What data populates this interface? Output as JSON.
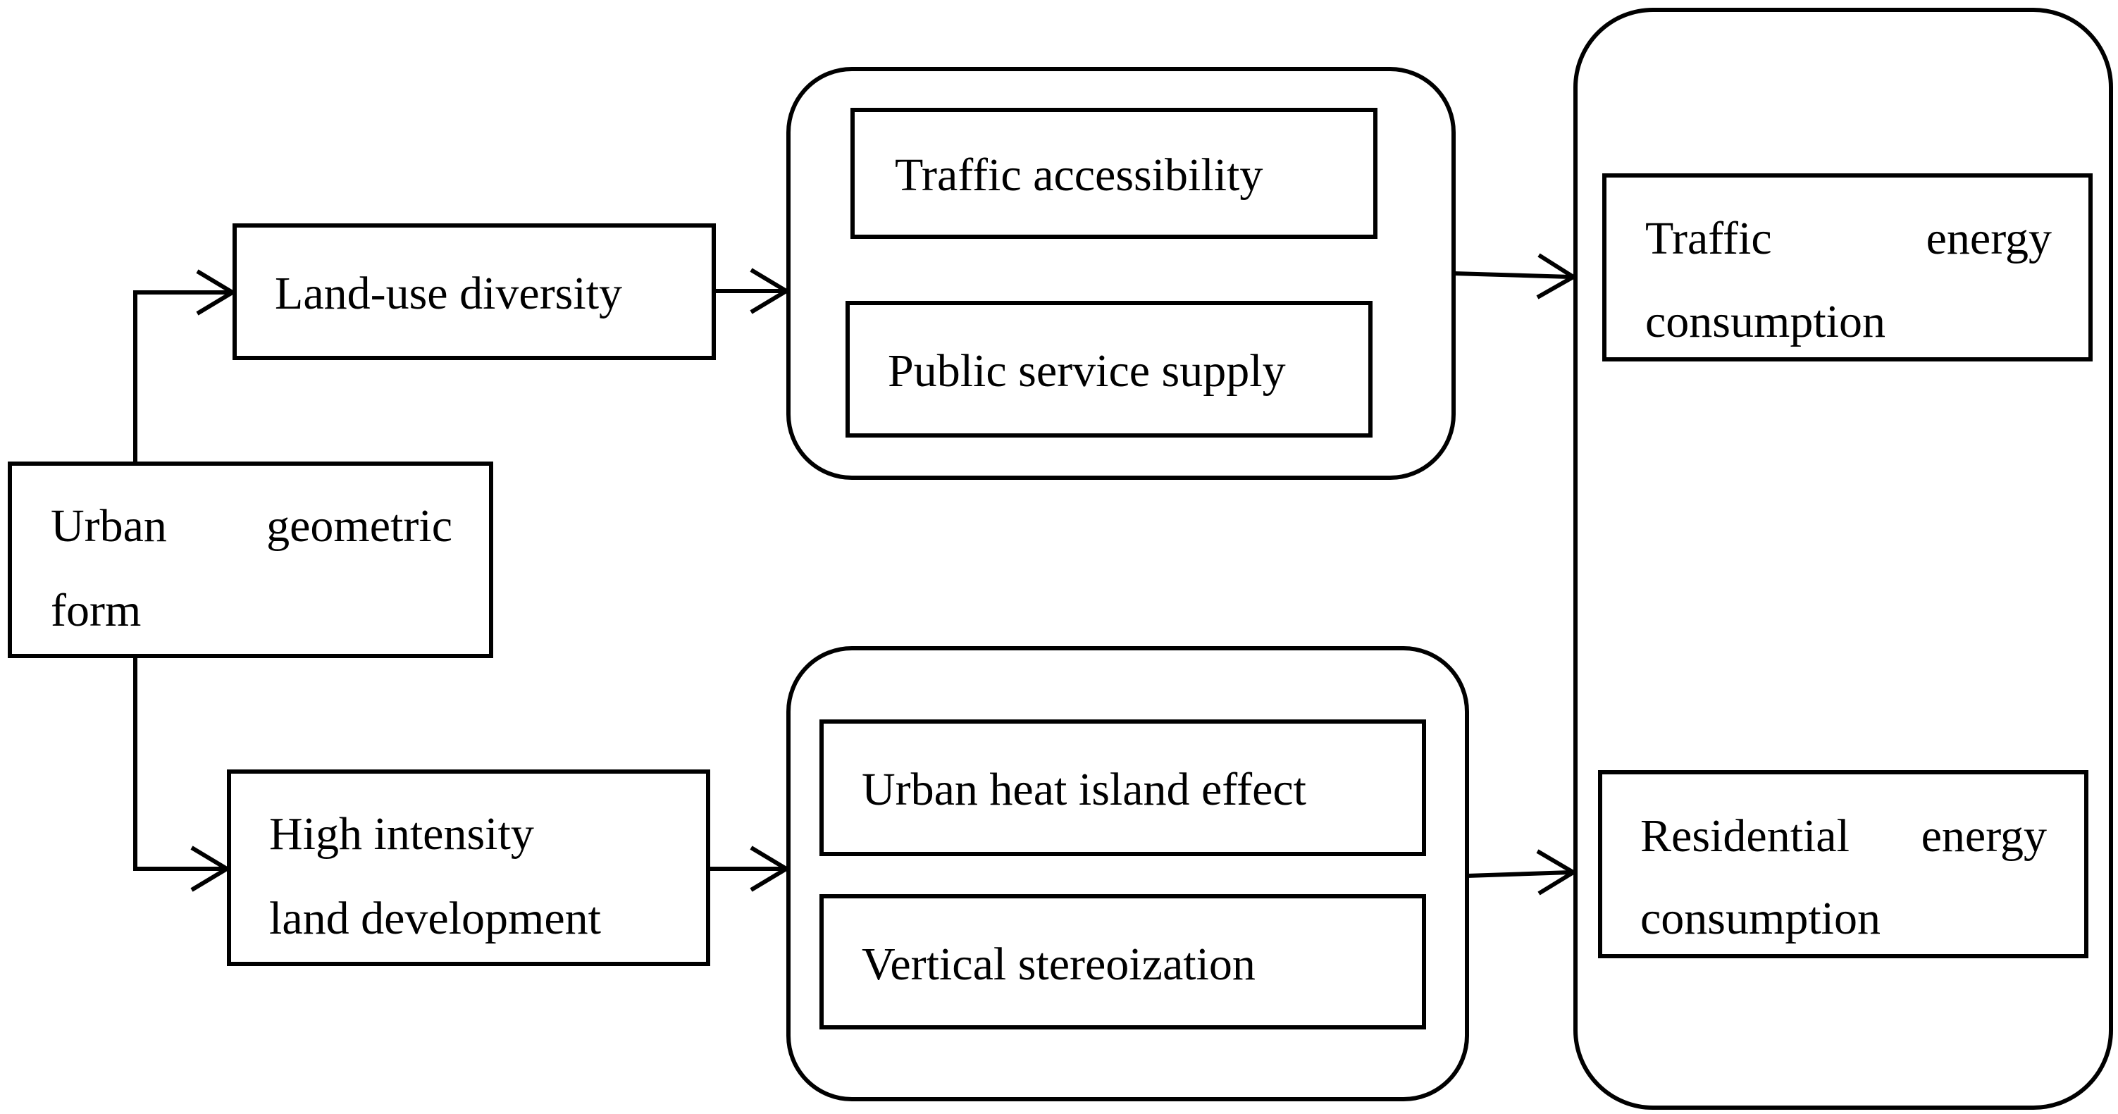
{
  "nodes": {
    "urban_form": {
      "line1_left": "Urban",
      "line1_right": "geometric",
      "line2": "form"
    },
    "land_use": {
      "label": "Land-use diversity"
    },
    "high_intensity": {
      "line1": "High intensity",
      "line2": "land development"
    },
    "traffic_access": {
      "label": "Traffic accessibility"
    },
    "public_service": {
      "label": "Public service supply"
    },
    "heat_island": {
      "label": "Urban heat island effect"
    },
    "vertical": {
      "label": "Vertical stereoization"
    },
    "traffic_energy": {
      "line1_left": "Traffic",
      "line1_right": "energy",
      "line2": "consumption"
    },
    "residential_energy": {
      "line1_left": "Residential",
      "line1_right": "energy",
      "line2": "consumption"
    }
  },
  "style": {
    "stroke": "#000000",
    "background": "#ffffff"
  }
}
